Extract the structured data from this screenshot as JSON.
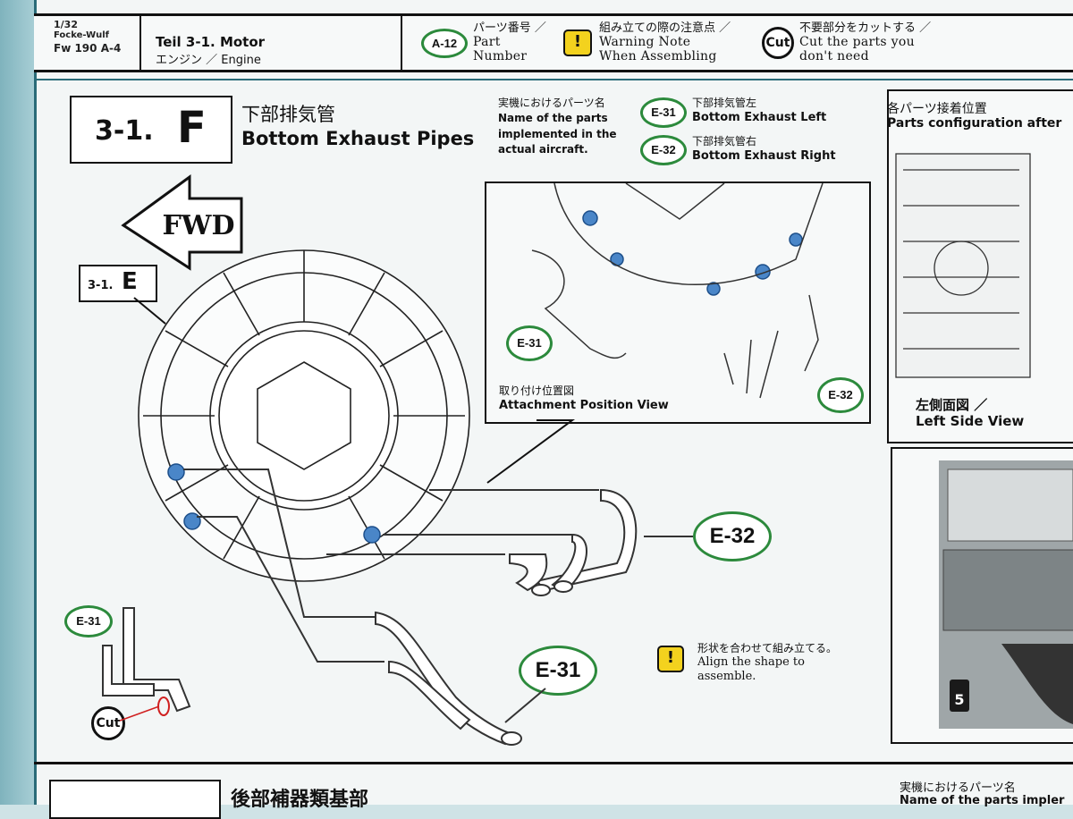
{
  "header": {
    "scale": "1/32",
    "kit_name_line1": "Focke-Wulf",
    "kit_name_line2": "Fw 190 A-4",
    "section_title": "Teil 3-1. Motor",
    "section_subtitle": "エンジン ／ Engine",
    "legend": {
      "part_number": {
        "badge": "A-12",
        "ja": "パーツ番号 ／",
        "en_line1": "Part",
        "en_line2": "Number"
      },
      "warning": {
        "icon": "!",
        "ja": "組み立ての際の注意点 ／",
        "en_line1": "Warning Note",
        "en_line2": "When Assembling"
      },
      "cut": {
        "icon": "Cut",
        "ja": "不要部分をカットする ／",
        "en_line1": "Cut the parts you",
        "en_line2": "don't need"
      }
    }
  },
  "step": {
    "number": "3-1.",
    "letter": "F",
    "title_ja": "下部排気管",
    "title_en": "Bottom Exhaust Pipes",
    "prev_step": {
      "number": "3-1.",
      "letter": "E"
    },
    "fwd_label": "FWD"
  },
  "parts_info": {
    "ja": "実機におけるパーツ名",
    "en_line1": "Name of the parts",
    "en_line2": "implemented in the",
    "en_line3": "actual aircraft.",
    "parts": [
      {
        "badge": "E-31",
        "ja": "下部排気管左",
        "en": "Bottom Exhaust Left"
      },
      {
        "badge": "E-32",
        "ja": "下部排気管右",
        "en": "Bottom Exhaust Right"
      }
    ]
  },
  "attachment_view": {
    "ja": "取り付け位置図",
    "en": "Attachment Position View",
    "badge_left": "E-31",
    "badge_right": "E-32"
  },
  "side_panel": {
    "ja": "各パーツ接着位置",
    "en": "Parts configuration after",
    "view_ja": "左側面図 ／",
    "view_en": "Left Side View",
    "paint_badge": "5"
  },
  "main_labels": {
    "e32": "E-32",
    "e31": "E-31",
    "cut_detail_badge": "E-31",
    "cut_icon": "Cut"
  },
  "note": {
    "icon": "!",
    "ja": "形状を合わせて組み立てる。",
    "en_line1": "Align the shape to",
    "en_line2": "assemble."
  },
  "next_step": {
    "ja": "後部補器類基部",
    "info_ja": "実機におけるパーツ名",
    "info_en": "Name of the parts impler"
  },
  "colors": {
    "accent_green": "#2c8a3c",
    "warning_yellow": "#f3d21e",
    "attach_blue": "#4a86c8",
    "page_teal": "#2a6b78"
  }
}
